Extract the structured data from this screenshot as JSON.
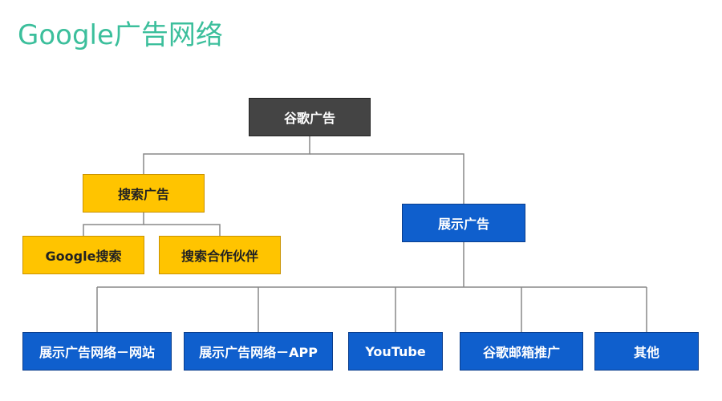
{
  "title": "Google广告网络",
  "nodes": {
    "root": "谷歌广告",
    "search": "搜索广告",
    "google_search": "Google搜索",
    "search_partners": "搜索合作伙伴",
    "display": "展示广告",
    "display_site": "展示广告网络－网站",
    "display_app": "展示广告网络－APP",
    "youtube": "YouTube",
    "gmail": "谷歌邮箱推广",
    "other": "其他"
  },
  "colors": {
    "title": "#3cbf9c",
    "root_fill": "#444444",
    "search_fill": "#ffc400",
    "display_fill": "#0f5fcd",
    "connector": "#888888"
  }
}
